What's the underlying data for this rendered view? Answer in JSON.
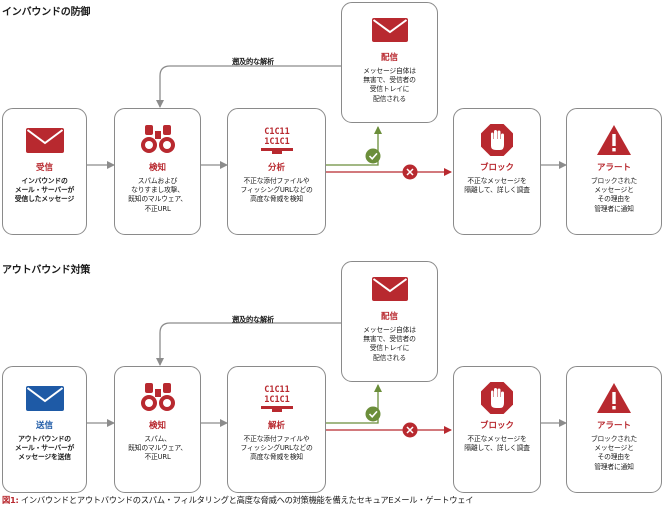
{
  "inbound": {
    "title": "インバウンドの防御",
    "feedback_label": "遡及的な解析",
    "delivery": {
      "title": "配信",
      "desc": [
        "メッセージ自体は",
        "無害で、受信者の",
        "受信トレイに",
        "配信される"
      ]
    },
    "steps": [
      {
        "icon": "envelope-icon",
        "title": "受信",
        "title_color": "#b8292f",
        "desc": [
          "インバウンドの",
          "メール・サーバーが",
          "受信したメッセージ"
        ]
      },
      {
        "icon": "binoculars-icon",
        "title": "検知",
        "title_color": "#b8292f",
        "desc": [
          "スパムおよび",
          "なりすまし攻撃、",
          "既知のマルウェア、",
          "不正URL"
        ]
      },
      {
        "icon": "binary-monitor-icon",
        "title": "分析",
        "title_color": "#b8292f",
        "desc": [
          "不正な添付ファイルや",
          "フィッシングURLなどの",
          "高度な脅威を検知"
        ]
      },
      {
        "icon": "stop-hand-icon",
        "title": "ブロック",
        "title_color": "#b8292f",
        "desc": [
          "不正なメッセージを",
          "隔離して、詳しく調査"
        ]
      },
      {
        "icon": "warning-icon",
        "title": "アラート",
        "title_color": "#b8292f",
        "desc": [
          "ブロックされた",
          "メッセージと",
          "その理由を",
          "管理者に通知"
        ]
      }
    ]
  },
  "outbound": {
    "title": "アウトバウンド対策",
    "feedback_label": "遡及的な解析",
    "delivery": {
      "title": "配信",
      "desc": [
        "メッセージ自体は",
        "無害で、受信者の",
        "受信トレイに",
        "配信される"
      ]
    },
    "steps": [
      {
        "icon": "envelope-icon",
        "title": "送信",
        "title_color": "#1e5aa6",
        "desc": [
          "アウトバウンドの",
          "メール・サーバーが",
          "メッセージを送信"
        ]
      },
      {
        "icon": "binoculars-icon",
        "title": "検知",
        "title_color": "#b8292f",
        "desc": [
          "スパム、",
          "既知のマルウェア、",
          "不正URL"
        ]
      },
      {
        "icon": "binary-monitor-icon",
        "title": "解析",
        "title_color": "#b8292f",
        "desc": [
          "不正な添付ファイルや",
          "フィッシングURLなどの",
          "高度な脅威を検知"
        ]
      },
      {
        "icon": "stop-hand-icon",
        "title": "ブロック",
        "title_color": "#b8292f",
        "desc": [
          "不正なメッセージを",
          "隔離して、詳しく調査"
        ]
      },
      {
        "icon": "warning-icon",
        "title": "アラート",
        "title_color": "#b8292f",
        "desc": [
          "ブロックされた",
          "メッセージと",
          "その理由を",
          "管理者に通知"
        ]
      }
    ]
  },
  "binary_text": [
    "C1C11",
    "1C1C1"
  ],
  "caption": {
    "fig": "図1:",
    "text": " インバウンドとアウトバウンドのスパム・フィルタリングと高度な脅威への対策機能を備えたセキュアEメール・ゲートウェイ"
  },
  "colors": {
    "red": "#b8292f",
    "blue": "#1e5aa6",
    "green": "#6b8e3a",
    "gray": "#8a8a8a",
    "arrow_gray": "#8c8c8c"
  }
}
